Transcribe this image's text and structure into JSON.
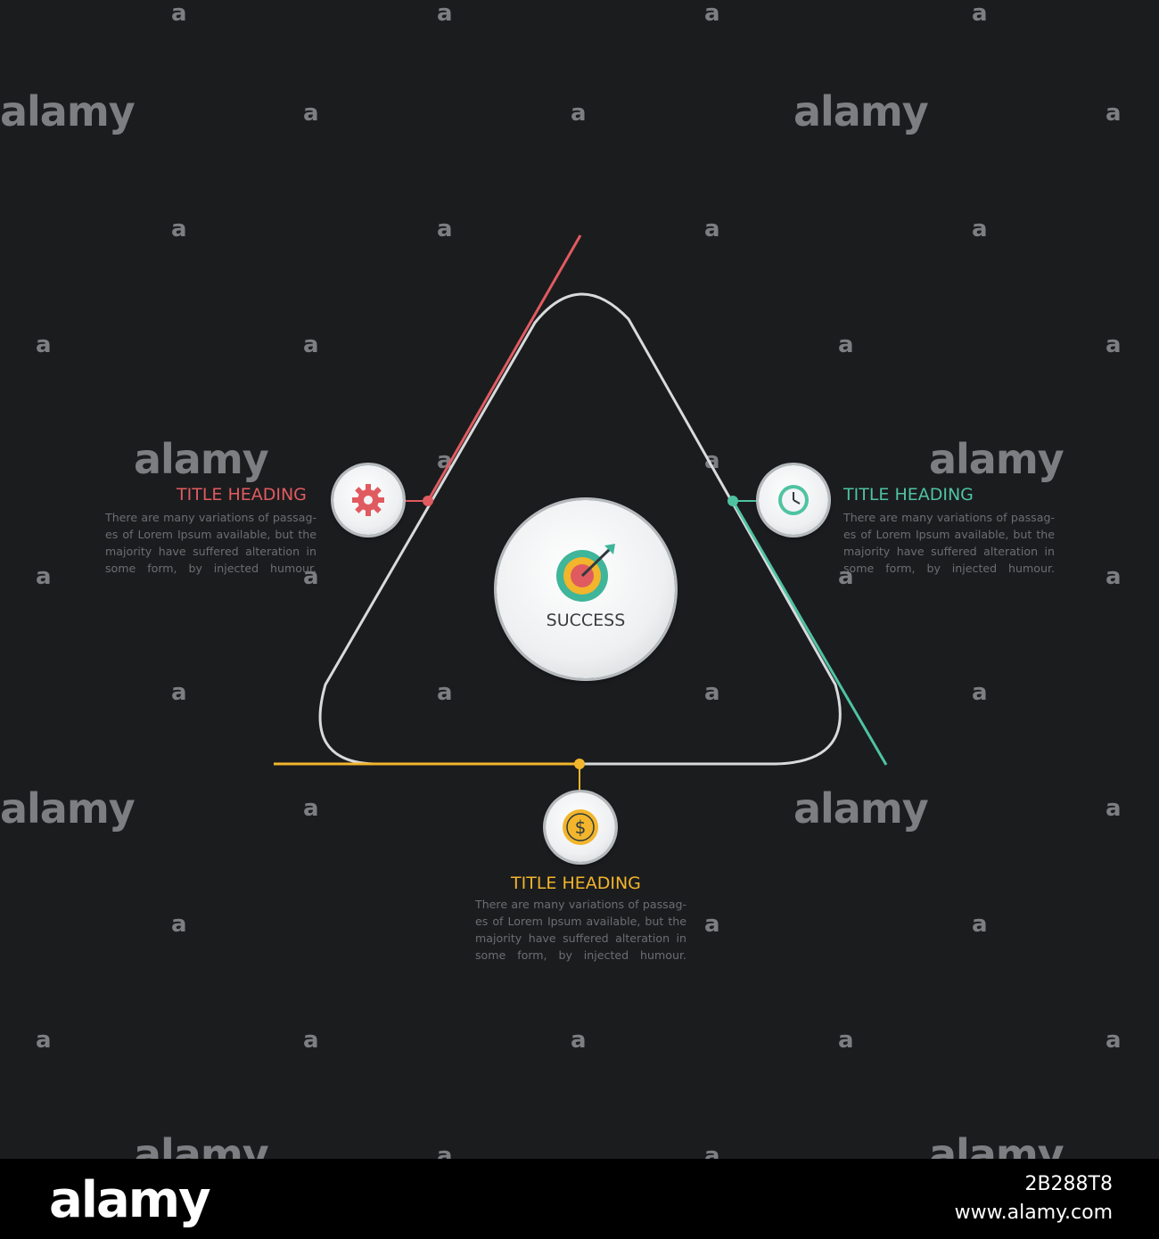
{
  "colors": {
    "background": "#1b1c1e",
    "red": "#e05b60",
    "teal": "#4fc3a1",
    "yellow": "#f2b52c",
    "outline": "#d8dadc"
  },
  "center": {
    "label": "SUCCESS",
    "icon": "target-dart-icon"
  },
  "items": [
    {
      "heading": "TITLE HEADING",
      "lines": [
        "There are many variations of passag-",
        "es of Lorem Ipsum available, but the",
        "majority have suffered alteration in",
        "some form, by injected humour."
      ],
      "icon": "gear-icon",
      "color": "#e05b60"
    },
    {
      "heading": "TITLE HEADING",
      "lines": [
        "There are many variations of passag-",
        "es of Lorem Ipsum available, but the",
        "majority have suffered alteration in",
        "some form, by injected humour."
      ],
      "icon": "clock-icon",
      "color": "#4fc3a1"
    },
    {
      "heading": "TITLE HEADING",
      "lines": [
        "There are many variations of passag-",
        "es of Lorem Ipsum available, but the",
        "majority have suffered alteration in",
        "some form, by injected humour."
      ],
      "icon": "dollar-coin-icon",
      "color": "#f2b52c"
    }
  ],
  "watermark": {
    "word": "alamy",
    "letter": "a"
  },
  "footer": {
    "logo": "alamy",
    "image_id": "2B288T8",
    "url": "www.alamy.com"
  }
}
